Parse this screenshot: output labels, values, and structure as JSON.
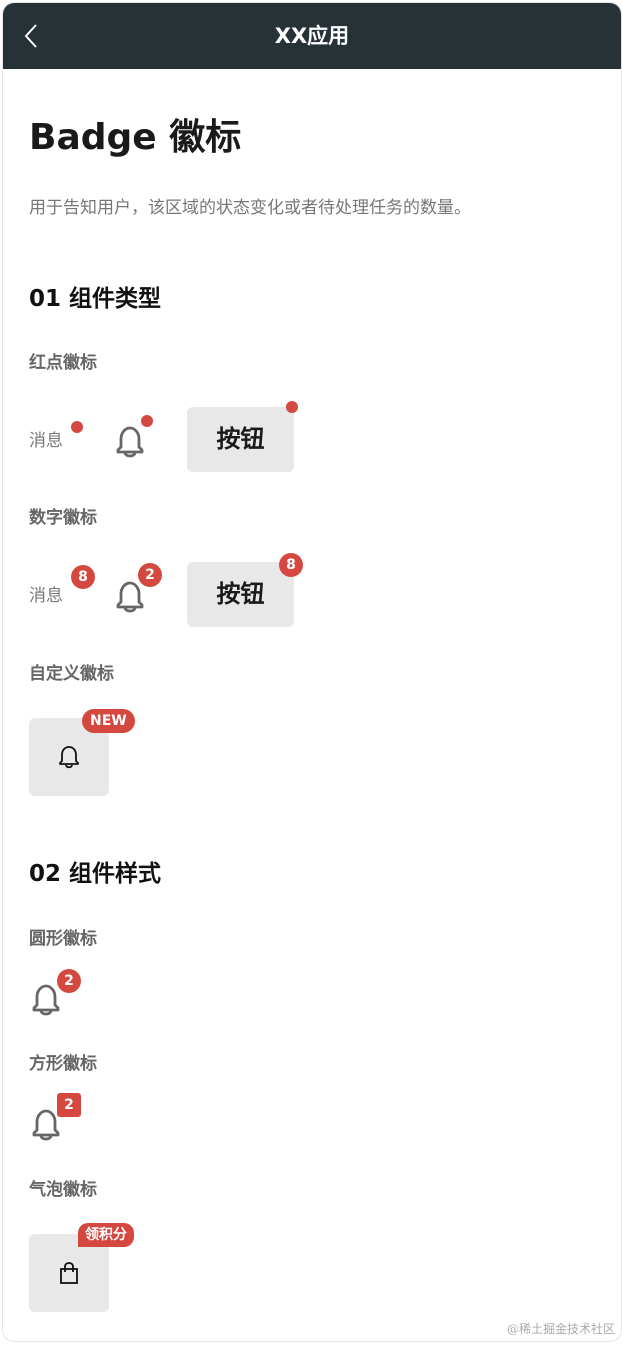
{
  "navbar": {
    "title": "XX应用",
    "back_icon": "chevron-left-icon"
  },
  "page": {
    "title": "Badge 徽标",
    "description": "用于告知用户，该区域的状态变化或者待处理任务的数量。"
  },
  "sections": [
    {
      "title": "01 组件类型",
      "groups": [
        {
          "title": "红点徽标",
          "text_label": "消息",
          "button_label": "按钮"
        },
        {
          "title": "数字徽标",
          "text_label": "消息",
          "text_count": "8",
          "bell_count": "2",
          "button_label": "按钮",
          "button_count": "8"
        },
        {
          "title": "自定义徽标",
          "custom_label": "NEW"
        }
      ]
    },
    {
      "title": "02 组件样式",
      "groups": [
        {
          "title": "圆形徽标",
          "count": "2"
        },
        {
          "title": "方形徽标",
          "count": "2"
        },
        {
          "title": "气泡徽标",
          "bubble_label": "领积分"
        }
      ]
    }
  ],
  "colors": {
    "badge": "#d44840",
    "navbar": "#263236",
    "tile": "#e8e8e8"
  },
  "watermark": "@稀土掘金技术社区"
}
